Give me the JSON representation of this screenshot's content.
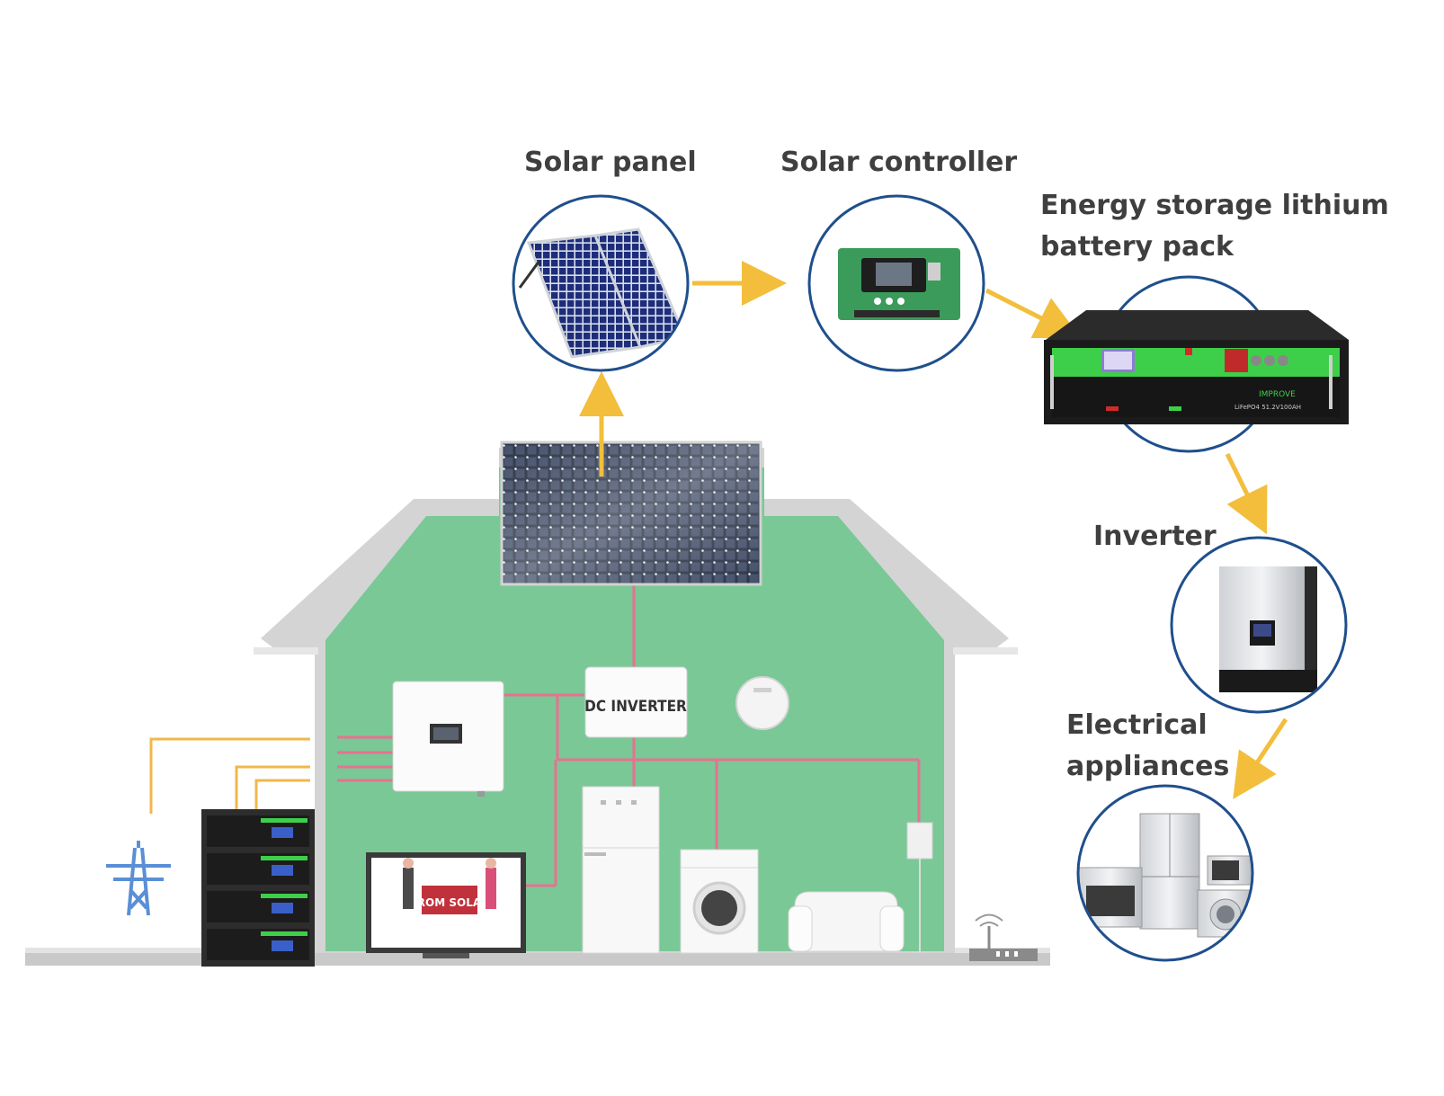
{
  "labels": {
    "solar_panel": "Solar panel",
    "solar_controller": "Solar controller",
    "battery_line1": "Energy storage lithium",
    "battery_line2": "battery pack",
    "inverter": "Inverter",
    "appliances_line1": "Electrical",
    "appliances_line2": "appliances"
  },
  "house": {
    "dc_inverter_label": "DC INVERTER",
    "tv_text_line1": "FROM SOLAR"
  },
  "battery_device": {
    "brand": "IMPROVE",
    "model": "LiFePO4 51.2V100AH"
  },
  "colors": {
    "house_green": "#79c896",
    "house_wall": "#d9d9d9",
    "arrow_yellow": "#f2be3c",
    "circle_blue": "#1f4f8c",
    "wire_pink": "#e8718f",
    "grid_wire": "#f0b84b",
    "tower_blue": "#5a8fd6",
    "battery_green": "#3ecf4a"
  },
  "icons": [
    "solar-panel-icon",
    "charge-controller-icon",
    "battery-pack-icon",
    "inverter-icon",
    "appliances-icon",
    "transmission-tower-icon",
    "wifi-router-icon",
    "thermostat-icon"
  ]
}
